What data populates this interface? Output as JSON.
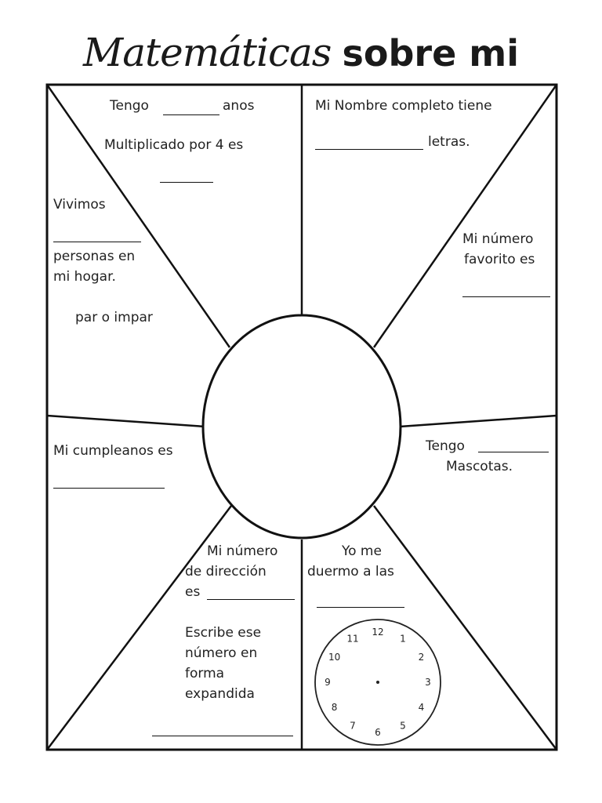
{
  "title": {
    "script_part": "Matemáticas",
    "bold_part": "sobre mi"
  },
  "sections": {
    "age": {
      "line1_a": "Tengo",
      "line1_b": "anos",
      "line2": "Multiplicado por 4 es"
    },
    "name": {
      "line1": "Mi Nombre completo tiene",
      "line2_suffix": "letras."
    },
    "household": {
      "line1": "Vivimos",
      "line2": "personas en",
      "line3": "mi hogar.",
      "line4": "par o impar"
    },
    "favorite": {
      "line1": "Mi número",
      "line2": "favorito es"
    },
    "birthday": {
      "line1": "Mi cumpleanos es"
    },
    "pets": {
      "line1": "Tengo",
      "line2": "Mascotas."
    },
    "address": {
      "line1": "Mi número",
      "line2": "de dirección",
      "line3": "es",
      "line4": "Escribe ese",
      "line5": "número en",
      "line6": "forma",
      "line7": "expandida"
    },
    "bedtime": {
      "line1": "Yo me",
      "line2": "duermo a las"
    }
  },
  "clock": {
    "numbers": [
      "12",
      "1",
      "2",
      "3",
      "4",
      "5",
      "6",
      "7",
      "8",
      "9",
      "10",
      "11"
    ]
  }
}
